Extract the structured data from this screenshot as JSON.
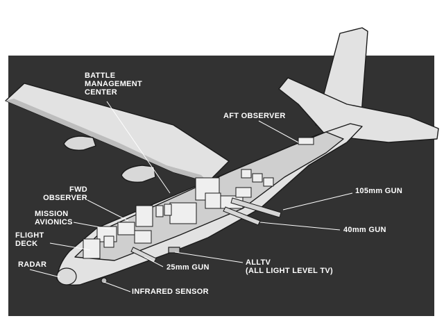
{
  "labels": {
    "battle_management_center": "BATTLE\nMANAGEMENT\nCENTER",
    "aft_observer": "AFT OBSERVER",
    "fwd_observer": "FWD\nOBSERVER",
    "mission_avionics": "MISSION\nAVIONICS",
    "flight_deck": "FLIGHT\nDECK",
    "radar": "RADAR",
    "gun_105mm": "105mm GUN",
    "gun_40mm": "40mm GUN",
    "alltv": "ALLTV\n(ALL LIGHT LEVEL TV)",
    "gun_25mm": "25mm GUN",
    "infrared_sensor": "INFRARED SENSOR"
  },
  "colors": {
    "panel": "#323232",
    "aircraft_fill": "#e2e2e2",
    "aircraft_shade": "#bdbdbd",
    "interior": "#cfcfcf",
    "outline": "#1a1a1a",
    "label_text": "#ffffff"
  }
}
